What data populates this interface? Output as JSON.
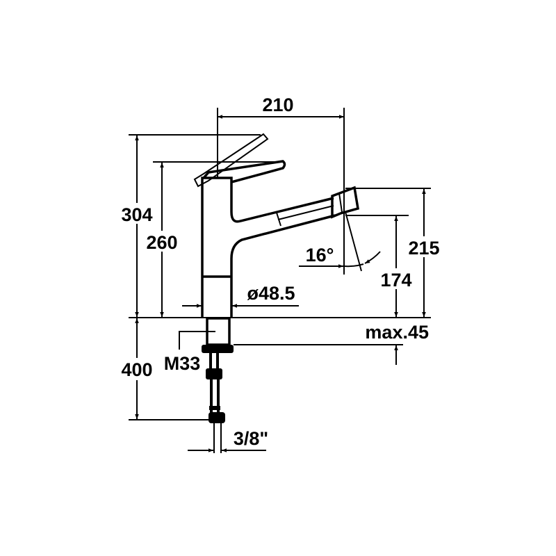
{
  "dimensions": {
    "reach": "210",
    "height_lever_open": "304",
    "height_lever_closed": "260",
    "spout_height": "215",
    "outlet_height": "174",
    "spray_angle": "16°",
    "body_diameter": "ø48.5",
    "max_deck_thickness": "max.45",
    "thread": "M33",
    "hose_length": "400",
    "connection": "3/8\""
  },
  "colors": {
    "line": "#000000",
    "background": "#ffffff"
  }
}
